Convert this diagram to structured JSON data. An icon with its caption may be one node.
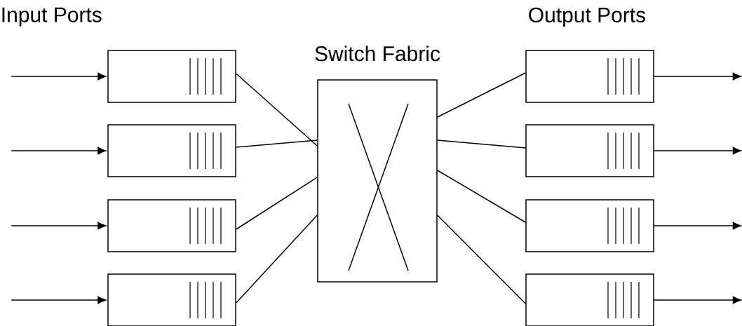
{
  "diagram": {
    "nodes": [
      {
        "text": [],
        "shape": "box"
      },
      {
        "text": [],
        "shape": "box"
      },
      {
        "text": [],
        "shape": "box"
      },
      {
        "text": [],
        "shape": "box"
      },
      {
        "text": [
          "Switch Fabric"
        ]
      },
      {
        "text": [],
        "shape": "box"
      },
      {
        "text": [],
        "shape": "box"
      },
      {
        "text": [],
        "shape": "box"
      },
      {
        "text": [],
        "shape": "box"
      }
    ],
    "edges": [
      {
        "from": null,
        "to": 0,
        "arrow": "to"
      },
      {
        "from": null,
        "to": 1,
        "arrow": "to"
      },
      {
        "from": null,
        "to": 2,
        "arrow": "to"
      },
      {
        "from": null,
        "to": 3,
        "arrow": "to"
      },
      {
        "from": 0,
        "to": 4,
        "arrow": "none"
      },
      {
        "from": 1,
        "to": 4,
        "arrow": "none"
      },
      {
        "from": 2,
        "to": 4,
        "arrow": "none"
      },
      {
        "from": 3,
        "to": 4,
        "arrow": "none"
      },
      {
        "from": 4,
        "to": 5,
        "arrow": "none"
      },
      {
        "from": 4,
        "to": 6,
        "arrow": "none"
      },
      {
        "from": 4,
        "to": 7,
        "arrow": "none"
      },
      {
        "from": 4,
        "to": 8,
        "arrow": "none"
      },
      {
        "from": 5,
        "to": null,
        "arrow": "to"
      },
      {
        "from": 6,
        "to": null,
        "arrow": "to"
      },
      {
        "from": 7,
        "to": null,
        "arrow": "to"
      },
      {
        "from": 8,
        "to": null,
        "arrow": "to"
      }
    ],
    "labels": [
      "Input Ports",
      "Output Ports"
    ]
  }
}
